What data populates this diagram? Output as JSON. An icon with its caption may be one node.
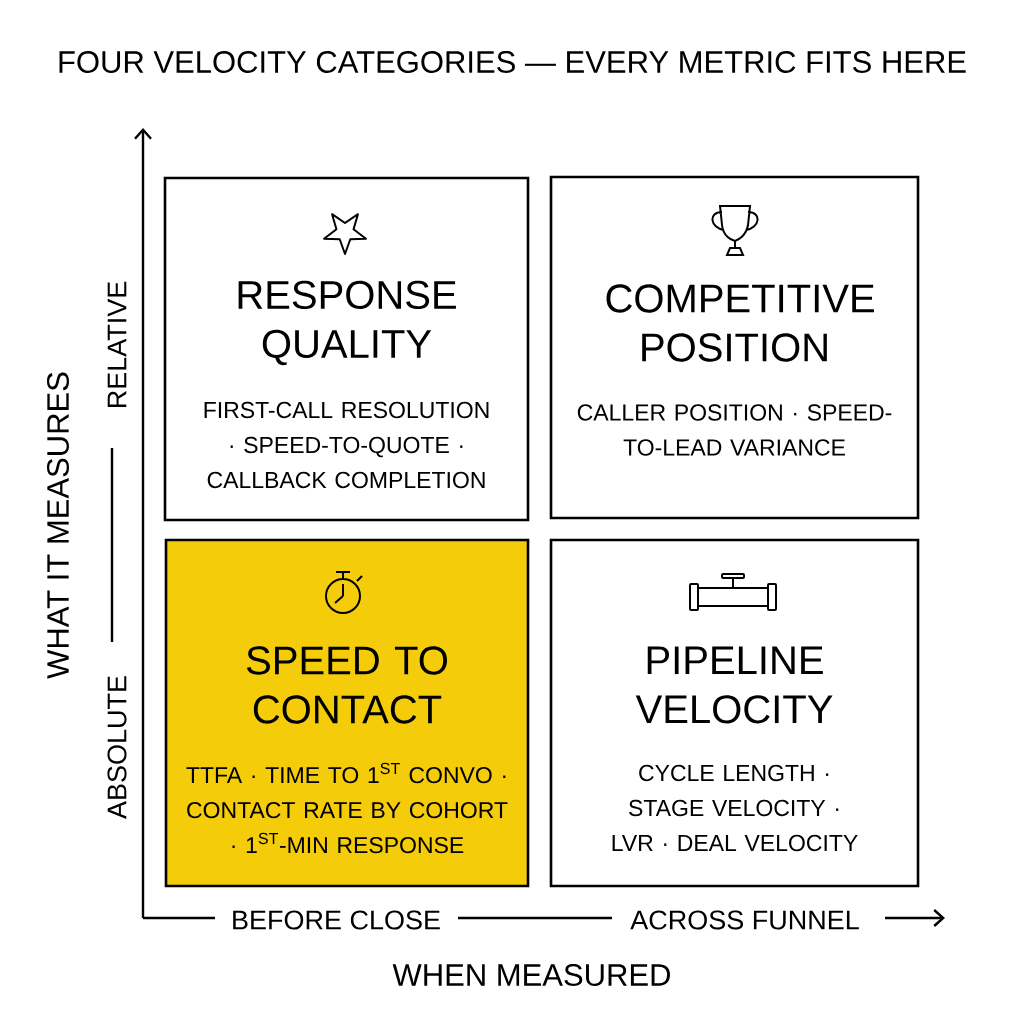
{
  "diagram": {
    "title": "FOUR VELOCITY CATEGORIES — EVERY METRIC FITS HERE",
    "nodes": [
      {
        "text": [
          "RESPONSE QUALITY",
          "FIRST-CALL RESOLUTION · SPEED-TO-QUOTE · CALLBACK COMPLETION"
        ]
      },
      {
        "text": [
          "COMPETITIVE POSITION",
          "CALLER POSITION · SPEED-TO-LEAD VARIANCE"
        ]
      },
      {
        "text": [
          "SPEED TO CONTACT",
          "TTFA · TIME TO 1$^{ST}$ CONVO · CONTACT RATE BY COHORT · 1$^{ST}$-MIN RESPONSE"
        ]
      },
      {
        "text": [
          "PIPELINE VELOCITY",
          "CYCLE LENGTH · STAGE VELOCITY · LVR · DEAL VELOCITY"
        ]
      }
    ],
    "labels": [
      "RELATIVE",
      "WHAT IT MEASURES",
      "ABSOLUTE",
      "BEFORE CLOSE",
      "ACROSS FUNNEL",
      "WHEN MEASURED"
    ]
  }
}
